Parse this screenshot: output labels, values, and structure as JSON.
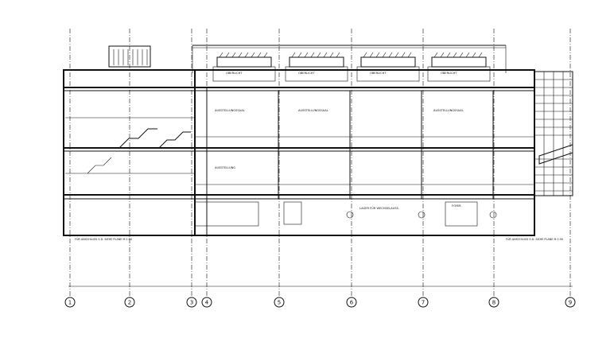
{
  "drawing": {
    "roof_labels": [
      "OBERLICHT",
      "OBERLICHT",
      "OBERLICHT",
      "OBERLICHT"
    ],
    "hall_labels": [
      "AUSSTELLUNGSSAAL",
      "AUSSTELLUNGSSAAL",
      "AUSSTELLUNGSSAAL"
    ],
    "room_labels": [
      "AUSSTELLUNG",
      "LAGER FÜR WECHSELAUSS.",
      "FOYER"
    ],
    "basement_notes": [
      "FÜR ANSCHLUSS S.D. SIEHE PLANE M 1:50",
      "FÜR ANSCHLUSS S.D. SIEHE PLANE M 1:50"
    ],
    "axes": [
      {
        "label": "1"
      },
      {
        "label": "2"
      },
      {
        "label": "3"
      },
      {
        "label": "4"
      },
      {
        "label": "5"
      },
      {
        "label": "6"
      },
      {
        "label": "7"
      },
      {
        "label": "8"
      },
      {
        "label": "9"
      }
    ]
  }
}
